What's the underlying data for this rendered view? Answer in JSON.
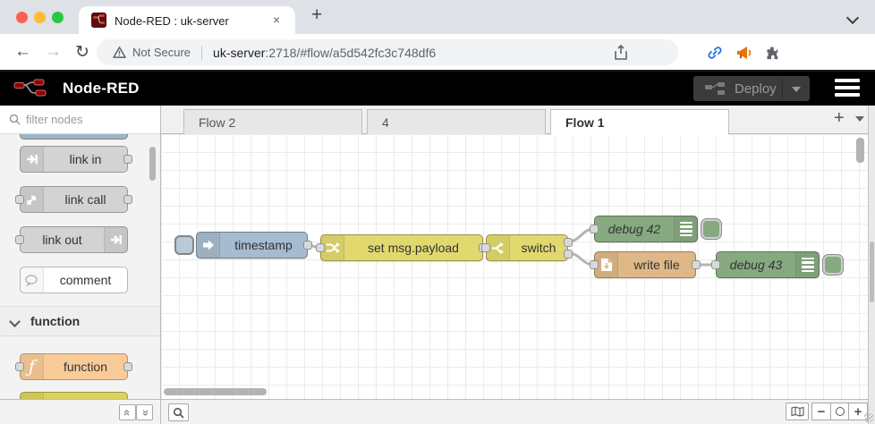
{
  "browser": {
    "traffic_light_colors": [
      "#ff5f57",
      "#febc2e",
      "#28c840"
    ],
    "tab": {
      "title": "Node-RED : uk-server",
      "close_glyph": "×"
    },
    "new_tab_glyph": "+",
    "address": {
      "warning": "Not Secure",
      "host": "uk-server",
      "path": ":2718/#flow/a5d542fc3c748df6"
    },
    "menu_glyph": "⋮",
    "star_glyph": "☆"
  },
  "app": {
    "title": "Node-RED",
    "deploy_label": "Deploy",
    "brand_red": "#8f0000",
    "header_bg": "#000000"
  },
  "palette": {
    "filter_placeholder": "filter nodes",
    "items": [
      {
        "label": "link in",
        "color": "#d9d9d9"
      },
      {
        "label": "link call",
        "color": "#d9d9d9"
      },
      {
        "label": "link out",
        "color": "#d9d9d9"
      },
      {
        "label": "comment",
        "color": "#ffffff"
      },
      {
        "label": "function",
        "color": "#f9cb99",
        "icon_glyph": "ƒ"
      }
    ],
    "category_label": "function"
  },
  "workspace": {
    "tabs": [
      {
        "label": "Flow 2",
        "active": false
      },
      {
        "label": "4",
        "active": false
      },
      {
        "label": "Flow 1",
        "active": true
      }
    ],
    "add_tab_glyph": "+"
  },
  "flow": {
    "nodes": [
      {
        "type": "inject",
        "label": "timestamp",
        "color": "#a6bbcf"
      },
      {
        "type": "change",
        "label": "set msg.payload",
        "color": "#e2d96e"
      },
      {
        "type": "switch",
        "label": "switch",
        "color": "#e2d96e"
      },
      {
        "type": "debug",
        "label": "debug 42",
        "color": "#87a980"
      },
      {
        "type": "file",
        "label": "write file",
        "color": "#deb887"
      },
      {
        "type": "debug",
        "label": "debug 43",
        "color": "#87a980"
      }
    ],
    "wire_color": "#b5b5b5"
  },
  "footer": {
    "zoom_out_glyph": "−",
    "zoom_in_glyph": "+"
  }
}
